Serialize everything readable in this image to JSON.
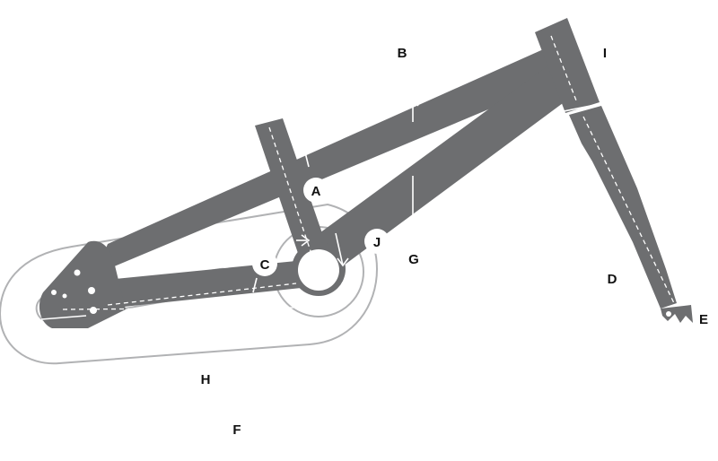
{
  "labels": {
    "A": "A",
    "B": "B",
    "C": "C",
    "D": "D",
    "E": "E",
    "F": "F",
    "G": "G",
    "H": "H",
    "I": "I",
    "J": "J"
  },
  "colors": {
    "frame": "#6d6e70",
    "chain_guard": "#b1b2b4",
    "label_text": "#111111",
    "background": "#ffffff"
  }
}
